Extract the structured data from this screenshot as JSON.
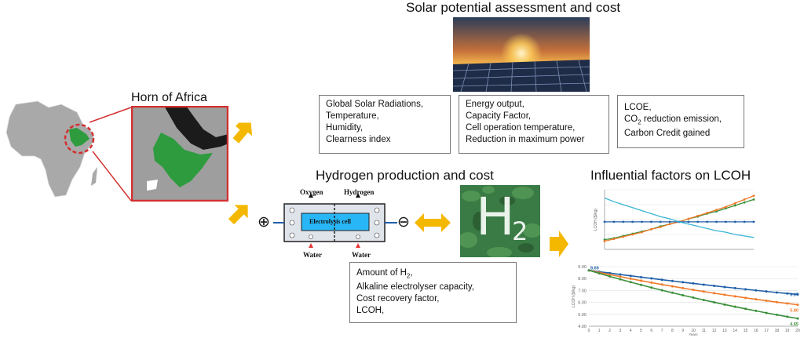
{
  "titles": {
    "solar": "Solar potential assessment and cost",
    "horn": "Horn of Africa",
    "hydrogen": "Hydrogen production and cost",
    "influential": "Influential factors on LCOH"
  },
  "solar_inputs": [
    "Global Solar Radiations,",
    "Temperature,",
    "Humidity,",
    "Clearness index"
  ],
  "solar_outputs": [
    "Energy output,",
    "Capacity Factor,",
    "Cell operation temperature,",
    "Reduction in maximum power"
  ],
  "cost_outputs": {
    "line1": "LCOE,",
    "line2_pre": "CO",
    "line2_sub": "2",
    "line2_post": " reduction emission,",
    "line3": "Carbon Credit gained"
  },
  "electrolyser": {
    "center_label": "Electrolysis cell",
    "oxygen": "Oxygen",
    "hydrogen": "Hydrogen",
    "water_left": "Water",
    "water_right": "Water",
    "plus": "⊕",
    "minus": "⊖"
  },
  "h2_image": {
    "letter": "H",
    "sub": "2"
  },
  "hydrogen_outputs": {
    "line1_pre": "Amount of H",
    "line1_sub": "2",
    "line1_post": ",",
    "line2": "Alkaline electrolyser capacity,",
    "line3": "Cost recovery factor,",
    "line4": "LCOH,"
  },
  "colors": {
    "arrow": "#f5b800",
    "africa_highlight": "#2e9b3e",
    "map_border": "#d32f2f",
    "electrolyser_blue": "#29b6f6",
    "series_blue": "#1f5fa8",
    "series_orange": "#f07a2a",
    "series_green": "#3a8f3a",
    "series_cyan": "#39b4d6"
  },
  "chart_data": [
    {
      "type": "line",
      "title": "",
      "xlabel": "",
      "ylabel": "LCOH ($/kg)",
      "x": [
        -40,
        -35,
        -30,
        -25,
        -20,
        -15,
        -10,
        -5,
        0,
        5,
        10,
        15,
        20,
        25,
        30,
        35,
        40
      ],
      "series": [
        {
          "values": [
            3.3,
            3.5,
            3.8,
            4.1,
            4.4,
            4.7,
            5.1,
            5.4,
            5.7,
            6.1,
            6.4,
            6.8,
            7.1,
            7.5,
            7.9,
            8.3,
            8.7
          ]
        },
        {
          "values": [
            3.1,
            3.4,
            3.7,
            4.0,
            4.3,
            4.7,
            5.0,
            5.4,
            5.7,
            6.1,
            6.5,
            6.9,
            7.3,
            7.7,
            8.2,
            8.7,
            9.2
          ]
        },
        {
          "values": [
            5.7,
            5.7,
            5.7,
            5.7,
            5.7,
            5.7,
            5.7,
            5.7,
            5.7,
            5.7,
            5.7,
            5.7,
            5.7,
            5.7,
            5.7,
            5.7,
            5.7
          ]
        },
        {
          "values": [
            8.9,
            8.4,
            8.0,
            7.6,
            7.2,
            6.8,
            6.4,
            6.1,
            5.7,
            5.4,
            5.1,
            4.8,
            4.5,
            4.3,
            4.0,
            3.8,
            3.6
          ]
        }
      ],
      "xlim": [
        -40,
        40
      ],
      "ylim": [
        2,
        10
      ]
    },
    {
      "type": "line",
      "title": "",
      "xlabel": "Years",
      "ylabel": "LCOH ($/kg)",
      "x": [
        0,
        1,
        2,
        3,
        4,
        5,
        6,
        7,
        8,
        9,
        10,
        11,
        12,
        13,
        14,
        15,
        16,
        17,
        18,
        19,
        20
      ],
      "series": [
        {
          "values": [
            8.69,
            8.57,
            8.46,
            8.34,
            8.23,
            8.12,
            8.01,
            7.9,
            7.8,
            7.69,
            7.59,
            7.49,
            7.39,
            7.29,
            7.2,
            7.1,
            7.01,
            6.92,
            6.83,
            6.75,
            6.67
          ]
        },
        {
          "values": [
            8.69,
            8.51,
            8.33,
            8.16,
            7.99,
            7.82,
            7.66,
            7.5,
            7.35,
            7.2,
            7.05,
            6.91,
            6.77,
            6.64,
            6.51,
            6.38,
            6.26,
            6.14,
            6.02,
            5.91,
            5.8
          ]
        },
        {
          "values": [
            8.69,
            8.43,
            8.18,
            7.94,
            7.7,
            7.47,
            7.24,
            7.02,
            6.81,
            6.6,
            6.4,
            6.2,
            6.01,
            5.82,
            5.64,
            5.46,
            5.29,
            5.12,
            4.96,
            4.8,
            4.65
          ]
        }
      ],
      "tick_labels": [
        "9.00",
        "8.00",
        "7.00",
        "6.00",
        "5.00",
        "4.00"
      ],
      "ylim": [
        4,
        9
      ],
      "data_labels": [
        "8.69",
        "6.67",
        "5.80",
        "4.65"
      ]
    }
  ]
}
